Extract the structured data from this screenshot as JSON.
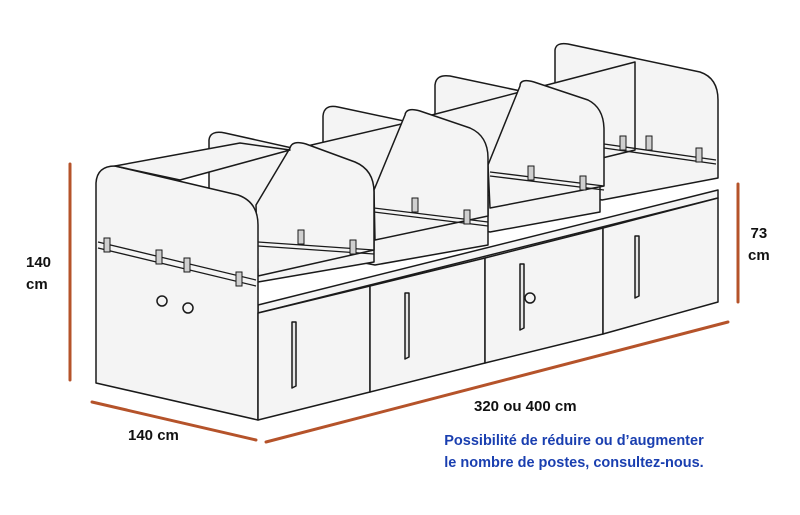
{
  "dimensions": {
    "height_value": "140",
    "height_unit": "cm",
    "depth": "140 cm",
    "length": "320 ou 400 cm",
    "desk_height_value": "73",
    "desk_height_unit": "cm"
  },
  "note": {
    "line1": "Possibilité de réduire ou d’augmenter",
    "line2": "le nombre de postes, consultez-nous."
  },
  "colors": {
    "dimension_line": "#b5532a",
    "note_text": "#1a3fb0",
    "panel_fill": "#f4f4f4",
    "outline": "#1a1a1a"
  }
}
